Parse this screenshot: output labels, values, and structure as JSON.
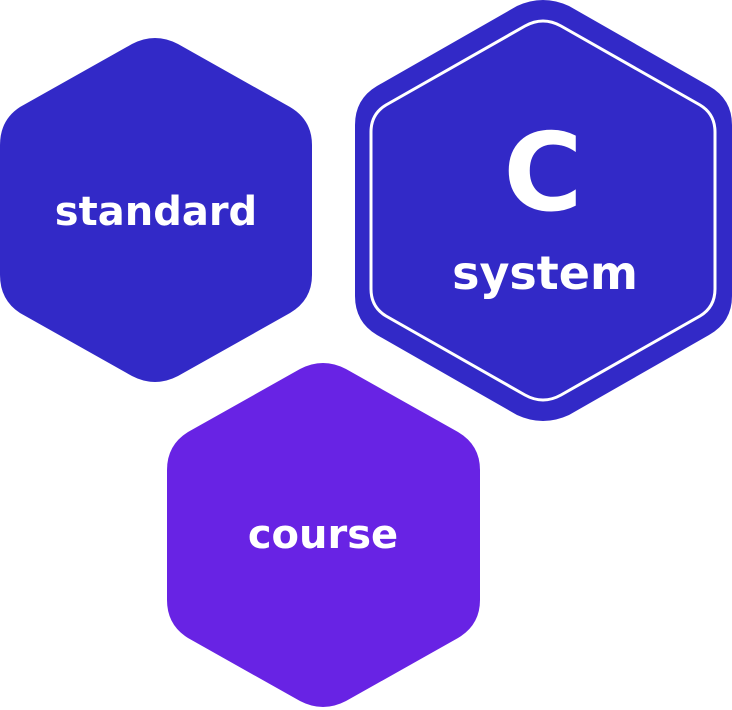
{
  "colors": {
    "primary_hex": "#3229c7",
    "accent_hex": "#6823e4",
    "label": "#ffffff",
    "ring": "#ffffff"
  },
  "hexagons": {
    "standard": {
      "label": "standard"
    },
    "system": {
      "mark": "C",
      "label": "system"
    },
    "course": {
      "label": "course"
    }
  }
}
